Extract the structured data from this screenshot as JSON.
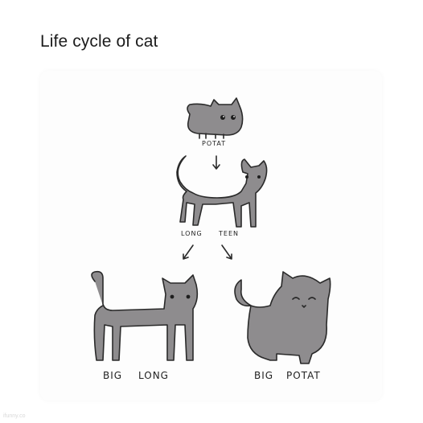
{
  "post": {
    "title": "Life cycle of cat"
  },
  "comic": {
    "stage1_label": "POTAT",
    "stage2_label_a": "LONG",
    "stage2_label_b": "TEEN",
    "stage3a_label_a": "BIG",
    "stage3a_label_b": "LONG",
    "stage3b_label_a": "BIG",
    "stage3b_label_b": "POTAT",
    "cat_color": "#8e8c8e",
    "outline_color": "#2a2a2a"
  },
  "watermark": {
    "text": "ifunny.co"
  }
}
